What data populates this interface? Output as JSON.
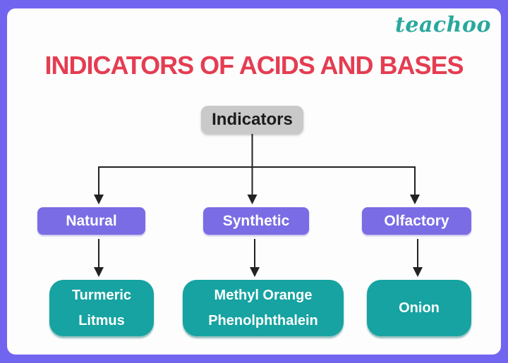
{
  "brand": {
    "name": "teachoo",
    "color": "#2aa89e"
  },
  "title": {
    "text": "INDICATORS OF ACIDS AND BASES",
    "color": "#e43d52"
  },
  "tree": {
    "root": {
      "label": "Indicators"
    },
    "branches": [
      {
        "label": "Natural",
        "children": [
          "Turmeric",
          "Litmus"
        ]
      },
      {
        "label": "Synthetic",
        "children": [
          "Methyl Orange",
          "Phenolphthalein"
        ]
      },
      {
        "label": "Olfactory",
        "children": [
          "Onion"
        ]
      }
    ]
  },
  "colors": {
    "frame": "#7165f0",
    "canvas": "#fdfdfd",
    "root_box": "#c9c9c9",
    "branch_box": "#7a6ce4",
    "leaf_box": "#16a3a1",
    "title_text": "#e43d52",
    "connector": "#222222"
  }
}
